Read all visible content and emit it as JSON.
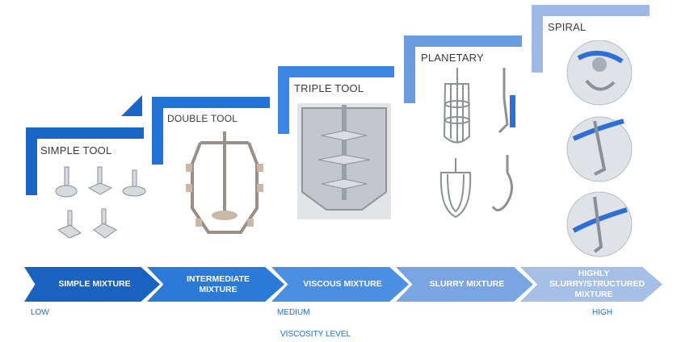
{
  "steps": [
    {
      "label": "SIMPLE TOOL",
      "color": "#1a66c6"
    },
    {
      "label": "DOUBLE TOOL",
      "color": "#2373d6"
    },
    {
      "label": "TRIPLE TOOL",
      "color": "#3b86e2"
    },
    {
      "label": "PLANETARY",
      "color": "#6a9de0"
    },
    {
      "label": "SPIRAL",
      "color": "#9fb9e6"
    }
  ],
  "mixtures": [
    {
      "label": "SIMPLE MIXTURE",
      "color": "#1a62c0"
    },
    {
      "label": "INTERMEDIATE MIXTURE",
      "color": "#2b7ad8"
    },
    {
      "label": "VISCOUS MIXTURE",
      "color": "#4a8fe2"
    },
    {
      "label": "SLURRY MIXTURE",
      "color": "#79a6e3"
    },
    {
      "label": "HIGHLY SLURRY/STRUCTURED MIXTURE",
      "color": "#a6bfe6"
    }
  ],
  "viscosity": {
    "low": "LOW",
    "medium": "MEDIUM",
    "high": "HIGH",
    "axis_label": "VISCOSITY LEVEL"
  },
  "icons": {
    "simple": "propeller-agitators-icon",
    "double": "anchor-agitator-icon",
    "triple": "triple-impeller-vessel-icon",
    "planetary": "planetary-tools-icon",
    "spiral": "spiral-hook-icon"
  }
}
